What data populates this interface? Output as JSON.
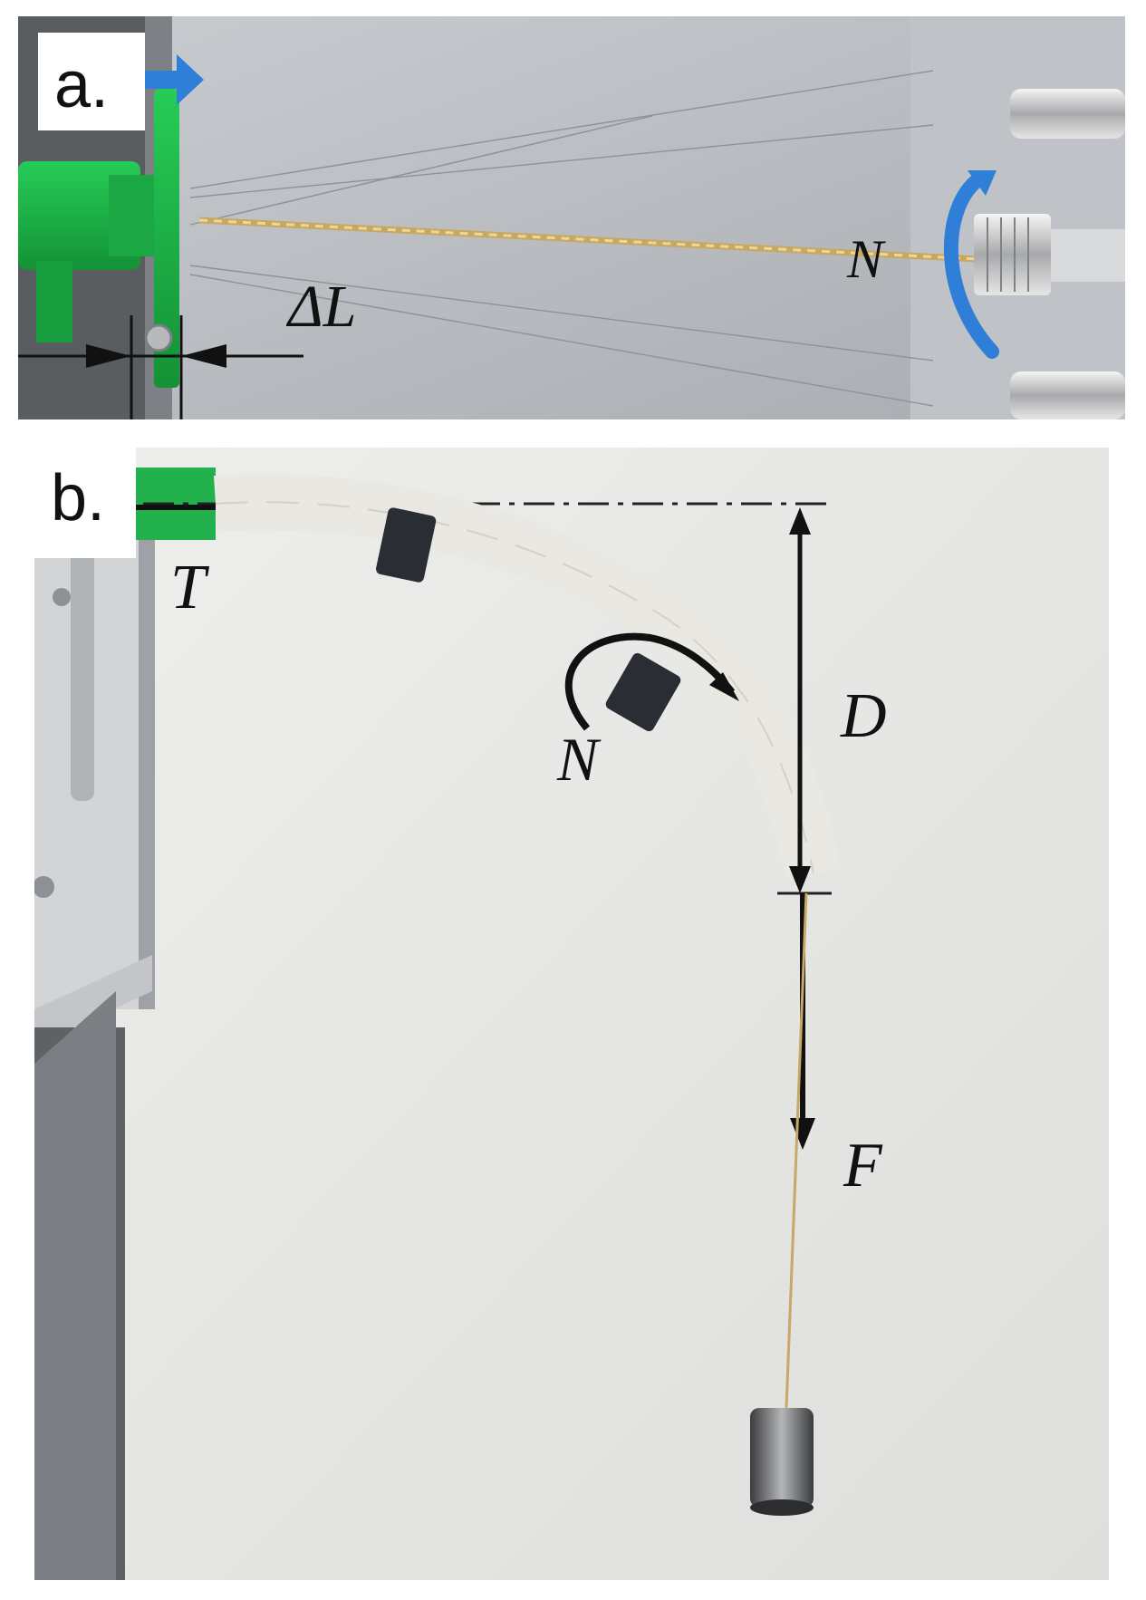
{
  "panels": [
    {
      "label": "a.",
      "annotations": {
        "delta_l": "ΔL",
        "n": "N"
      }
    },
    {
      "label": "b.",
      "annotations": {
        "t": "T",
        "n": "N",
        "d": "D",
        "f": "F"
      }
    }
  ],
  "colors": {
    "fixture_green": "#1fb84a",
    "arrow_blue": "#2f7fd8",
    "backdrop_gray": "#b9bcc0",
    "arm_white": "#ecebe6",
    "band_black": "#2a2d33"
  }
}
